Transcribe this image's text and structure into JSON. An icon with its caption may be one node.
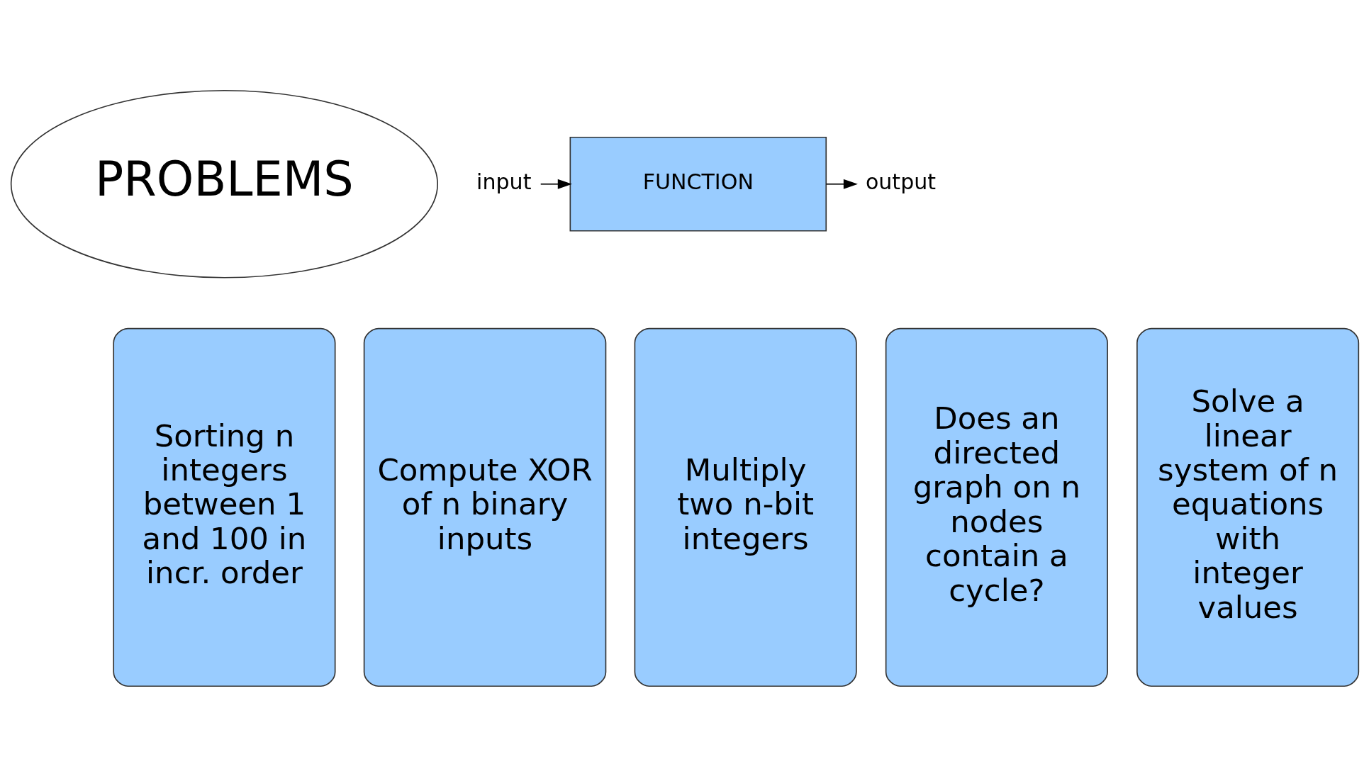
{
  "diagram": {
    "nodes": [
      {
        "text": [
          "PROBLEMS"
        ]
      },
      {
        "text": [
          "input"
        ]
      },
      {
        "text": [
          "FUNCTION"
        ]
      },
      {
        "text": [
          "output"
        ]
      },
      {
        "text": [
          "Compute XOR of n binary inputs"
        ]
      },
      {
        "text": [
          "Multiply two n-bit integers"
        ]
      },
      {
        "text": [
          "Sorting n integers between 1 and 100 in incr. order"
        ]
      },
      {
        "text": [
          "Does an directed graph on n nodes contain a cycle?"
        ]
      },
      {
        "text": [
          "Solve a linear system of n equations with integer values"
        ]
      }
    ],
    "edges": [
      {
        "from": 1,
        "to": 2,
        "arrow": "to"
      },
      {
        "from": 2,
        "to": 3,
        "arrow": "to"
      }
    ]
  }
}
